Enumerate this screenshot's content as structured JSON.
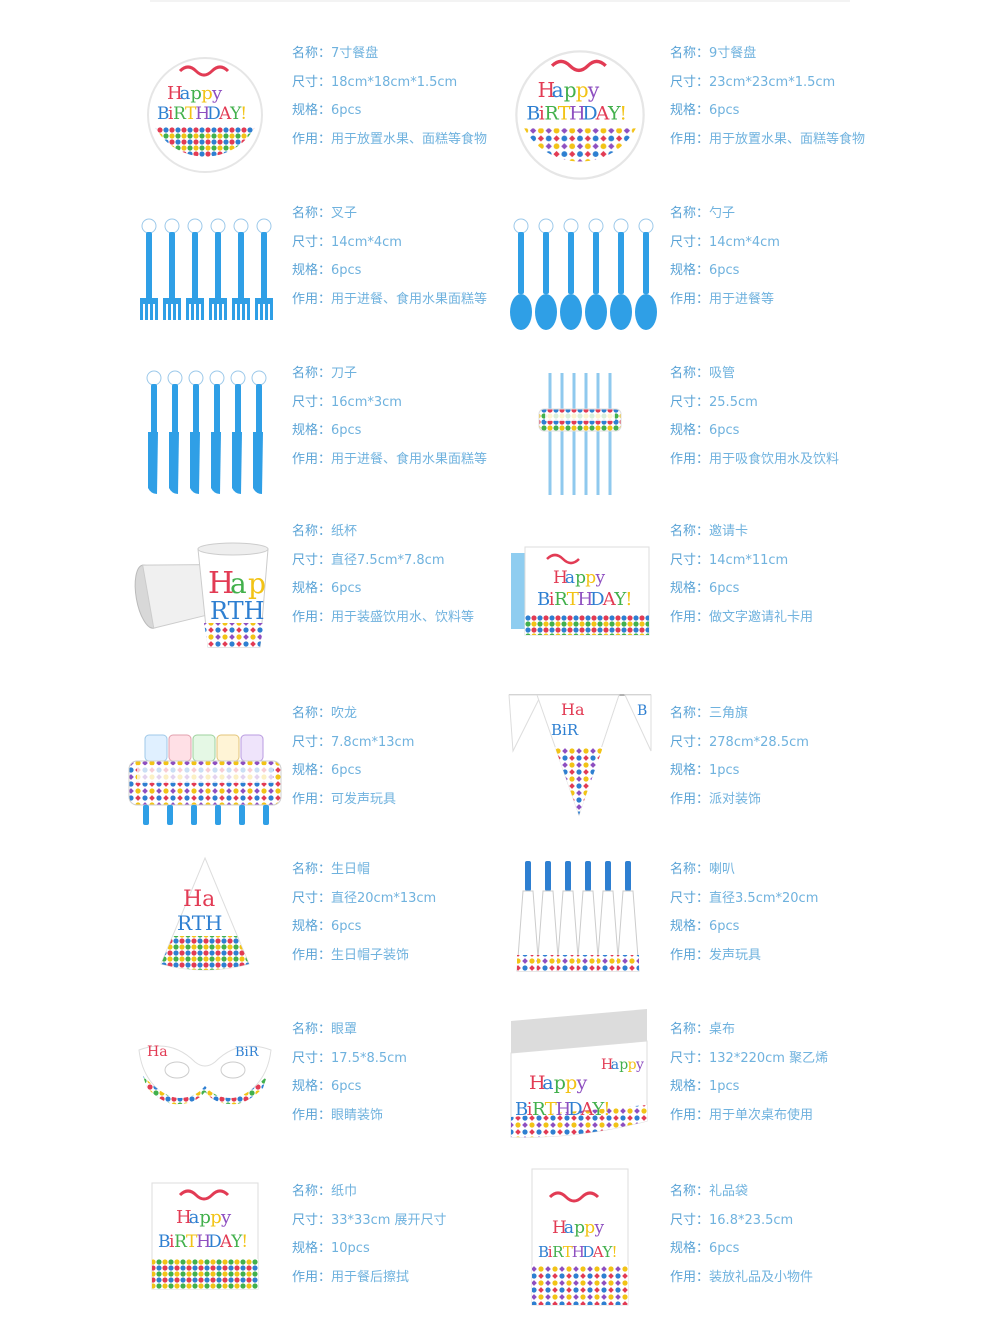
{
  "labels": {
    "name": "名称：",
    "size": "尺寸：",
    "spec": "规格：",
    "use": "作用："
  },
  "thumb_text": {
    "happy": "Happy",
    "birthday": "BiRTHDAY!"
  },
  "colors": {
    "label": "#5aa3d6",
    "value": "#6fb2de",
    "blue_plastic": "#2f9fe6",
    "festive_red": "#e23b54",
    "festive_blue": "#2e7fd1",
    "festive_green": "#42b04c",
    "festive_yellow": "#f2c316",
    "festive_purple": "#8e4fc0"
  },
  "items": [
    {
      "name": "7寸餐盘",
      "size": "18cm*18cm*1.5cm",
      "spec": "6pcs",
      "use": "用于放置水果、面糕等食物",
      "icon": "plate-icon"
    },
    {
      "name": "9寸餐盘",
      "size": "23cm*23cm*1.5cm",
      "spec": "6pcs",
      "use": "用于放置水果、面糕等食物",
      "icon": "plate-icon"
    },
    {
      "name": "叉子",
      "size": "14cm*4cm",
      "spec": "6pcs",
      "use": "用于进餐、食用水果面糕等",
      "icon": "fork-icon"
    },
    {
      "name": "勺子",
      "size": "14cm*4cm",
      "spec": "6pcs",
      "use": "用于进餐等",
      "icon": "spoon-icon"
    },
    {
      "name": "刀子",
      "size": "16cm*3cm",
      "spec": "6pcs",
      "use": "用于进餐、食用水果面糕等",
      "icon": "knife-icon"
    },
    {
      "name": "吸管",
      "size": "25.5cm",
      "spec": "6pcs",
      "use": "用于吸食饮用水及饮料",
      "icon": "straw-icon"
    },
    {
      "name": "纸杯",
      "size": "直径7.5cm*7.8cm",
      "spec": "6pcs",
      "use": "用于装盛饮用水、饮料等",
      "icon": "cup-icon"
    },
    {
      "name": "邀请卡",
      "size": "14cm*11cm",
      "spec": "6pcs",
      "use": "做文字邀请礼卡用",
      "icon": "card-icon"
    },
    {
      "name": "吹龙",
      "size": "7.8cm*13cm",
      "spec": "6pcs",
      "use": "可发声玩具",
      "icon": "blowout-icon"
    },
    {
      "name": "三角旗",
      "size": "278cm*28.5cm",
      "spec": "1pcs",
      "use": "派对装饰",
      "icon": "pennant-icon"
    },
    {
      "name": "生日帽",
      "size": "直径20cm*13cm",
      "spec": "6pcs",
      "use": "生日帽子装饰",
      "icon": "hat-icon"
    },
    {
      "name": "喇叭",
      "size": "直径3.5cm*20cm",
      "spec": "6pcs",
      "use": "发声玩具",
      "icon": "horn-icon"
    },
    {
      "name": "眼罩",
      "size": "17.5*8.5cm",
      "spec": "6pcs",
      "use": "眼睛装饰",
      "icon": "mask-icon"
    },
    {
      "name": "桌布",
      "size": "132*220cm 聚乙烯",
      "spec": "1pcs",
      "use": "用于单次桌布使用",
      "icon": "tablecloth-icon"
    },
    {
      "name": "纸巾",
      "size": "33*33cm 展开尺寸",
      "spec": "10pcs",
      "use": "用于餐后擦拭",
      "icon": "napkin-icon"
    },
    {
      "name": "礼品袋",
      "size": "16.8*23.5cm",
      "spec": "6pcs",
      "use": "装放礼品及小物件",
      "icon": "bag-icon"
    }
  ]
}
